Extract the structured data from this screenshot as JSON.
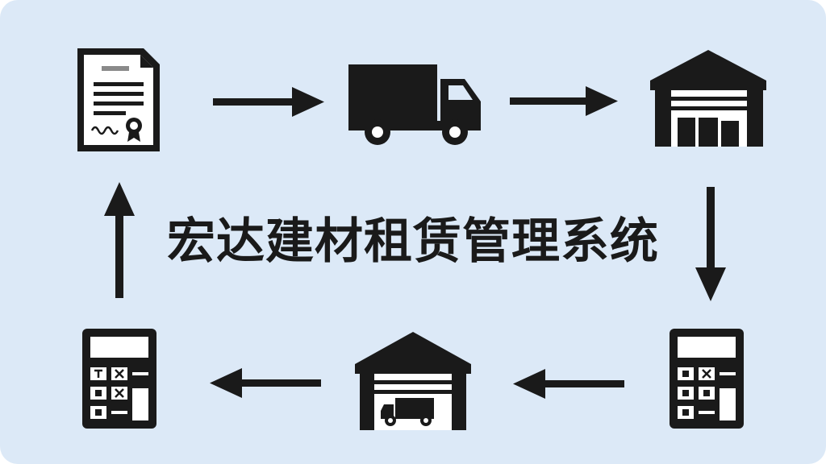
{
  "diagram": {
    "title": "宏达建材租赁管理系统",
    "colors": {
      "background": "#dce9f7",
      "ink": "#1a1a1a",
      "paper": "#ffffff"
    },
    "nodes": [
      {
        "id": "contract",
        "icon": "contract-document-icon"
      },
      {
        "id": "transport",
        "icon": "delivery-truck-icon"
      },
      {
        "id": "warehouse",
        "icon": "warehouse-icon"
      },
      {
        "id": "settlement",
        "icon": "calculator-icon"
      },
      {
        "id": "return",
        "icon": "warehouse-truck-icon"
      },
      {
        "id": "billing",
        "icon": "calculator-icon"
      }
    ],
    "flow": [
      [
        "contract",
        "transport"
      ],
      [
        "transport",
        "warehouse"
      ],
      [
        "warehouse",
        "settlement"
      ],
      [
        "settlement",
        "return"
      ],
      [
        "return",
        "billing"
      ],
      [
        "billing",
        "contract"
      ]
    ]
  }
}
